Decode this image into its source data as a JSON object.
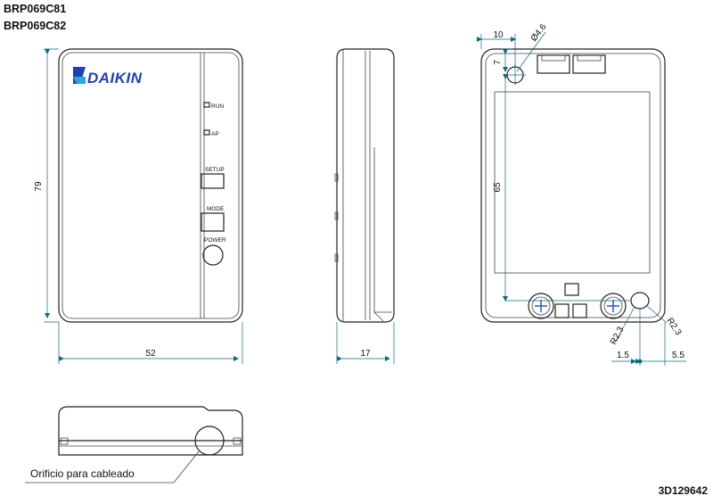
{
  "models": [
    "BRP069C81",
    "BRP069C82"
  ],
  "brand": "DAIKIN",
  "colors": {
    "brand": "#1f3fb8",
    "dimension": "#0d6b7a",
    "screw": "#1f4fc0",
    "outline": "#222222"
  },
  "front_view": {
    "indicators": [
      "RUN",
      "AP"
    ],
    "buttons": [
      "SETUP",
      "MODE",
      "POWER"
    ],
    "dims": {
      "height": "79",
      "width": "52"
    }
  },
  "side_view": {
    "dims": {
      "depth": "17"
    }
  },
  "back_view": {
    "dims": {
      "hole_offset": "10",
      "hole_diameter": "Ø4.6",
      "top_offset": "7",
      "height": "65",
      "radius_left": "R2.3",
      "radius_right": "R2.3",
      "slot_offset": "1.5",
      "edge_offset": "5.5"
    }
  },
  "bottom_view": {
    "caption": "Orificio para cableado"
  },
  "doc_id": "3D129642"
}
